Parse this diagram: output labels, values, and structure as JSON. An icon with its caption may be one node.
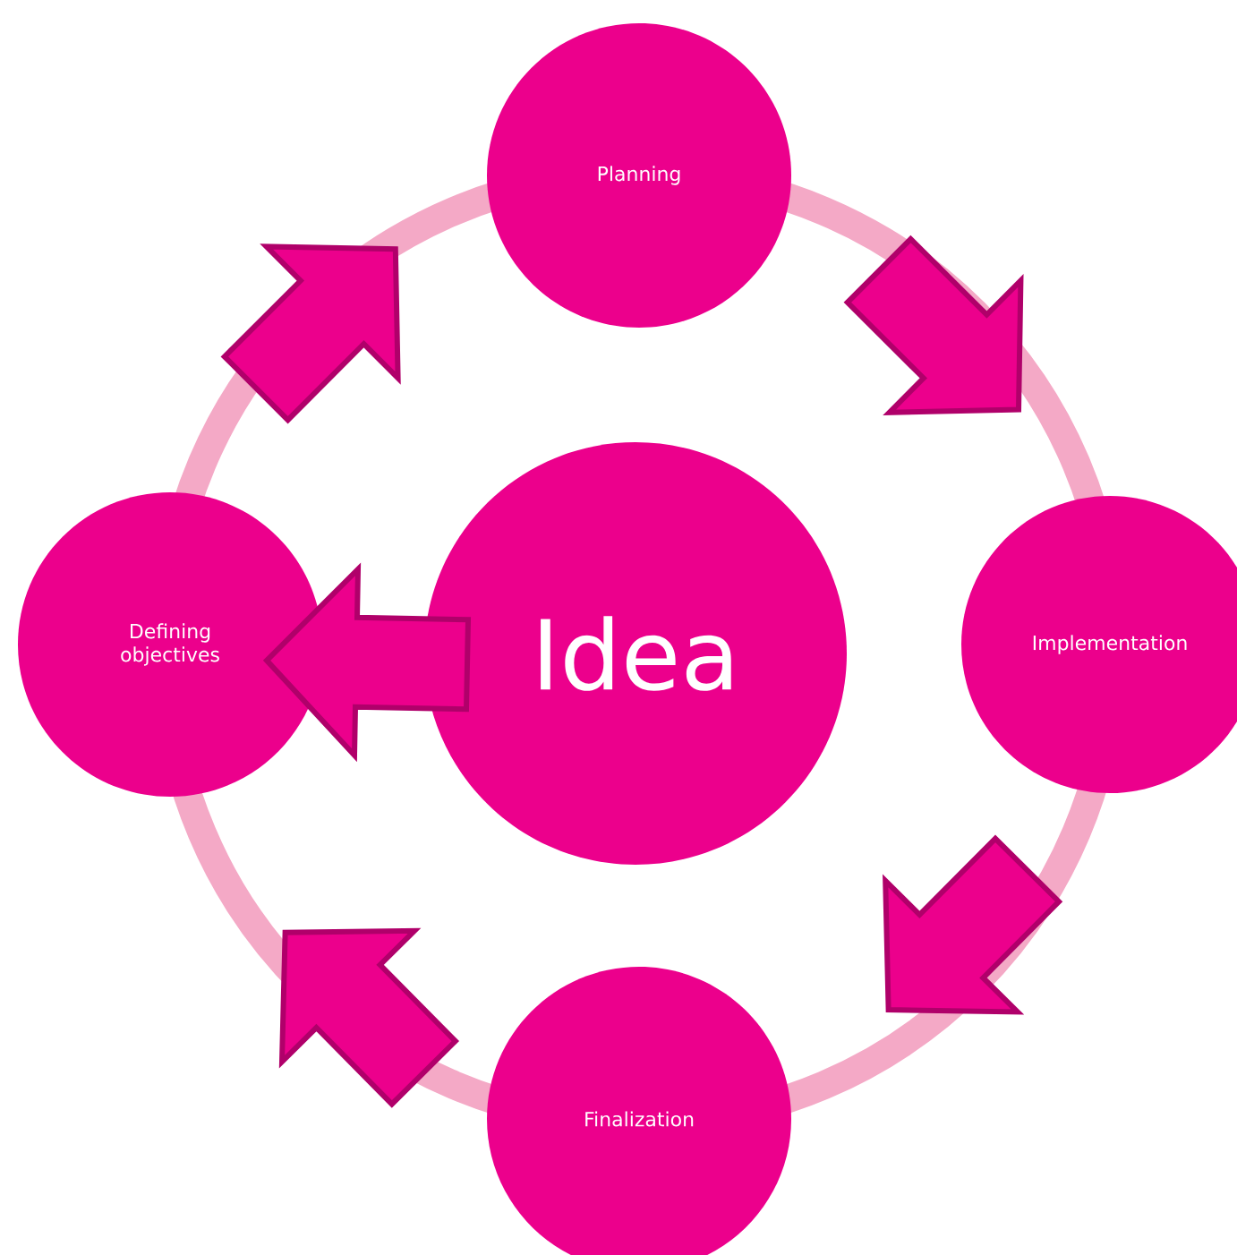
{
  "diagram": {
    "nodes": [
      {
        "text": [
          "Planning"
        ]
      },
      {
        "text": [
          "Implementation"
        ]
      },
      {
        "text": [
          "Finalization"
        ]
      },
      {
        "text": [
          "Defining objectives"
        ]
      },
      {
        "text": [
          "Idea"
        ]
      }
    ],
    "edges": [
      {
        "from": 3,
        "to": 0,
        "arrow": "to"
      },
      {
        "from": 0,
        "to": 1,
        "arrow": "to"
      },
      {
        "from": 1,
        "to": 2,
        "arrow": "to"
      },
      {
        "from": 2,
        "to": 3,
        "arrow": "to"
      },
      {
        "from": 4,
        "to": 3,
        "arrow": "to"
      }
    ]
  }
}
